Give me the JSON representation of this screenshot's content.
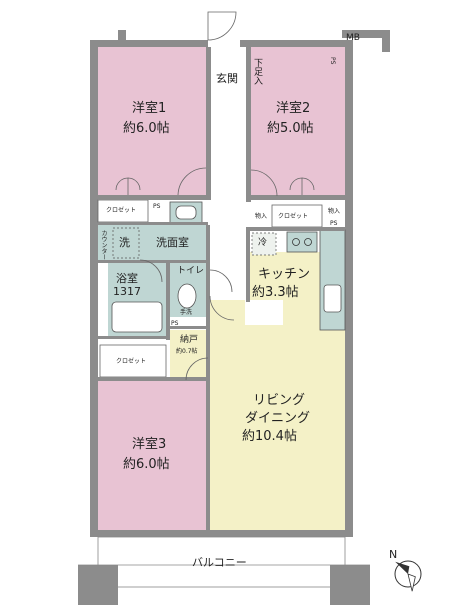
{
  "colors": {
    "wall": "#8c8c8c",
    "bedroom": "#e8c3d3",
    "ldk": "#f4f1c7",
    "wet": "#bfd6d3",
    "floor": "#ffffff",
    "balcony": "#ffffff"
  },
  "rooms": {
    "bedroom1": {
      "name": "洋室1",
      "size": "約6.0帖"
    },
    "bedroom2": {
      "name": "洋室2",
      "size": "約5.0帖"
    },
    "bedroom3": {
      "name": "洋室3",
      "size": "約6.0帖"
    },
    "kitchen": {
      "name": "キッチン",
      "size": "約3.3帖"
    },
    "living": {
      "name1": "リビング",
      "name2": "ダイニング",
      "size": "約10.4帖"
    },
    "storage": {
      "name": "納戸",
      "size": "約0.7帖"
    },
    "bath": {
      "name": "浴室",
      "size": "1317"
    }
  },
  "labels": {
    "entrance": "玄関",
    "shoe_storage": "下足入",
    "mb": "MB",
    "ps": "PS",
    "closet": "クロゼット",
    "storage_in": "物入",
    "wash": "洗",
    "washroom": "洗面室",
    "counter": "カウンター",
    "refrigerator": "冷",
    "toilet": "トイレ",
    "hand_wash": "手洗",
    "balcony": "バルコニー",
    "north": "N"
  }
}
